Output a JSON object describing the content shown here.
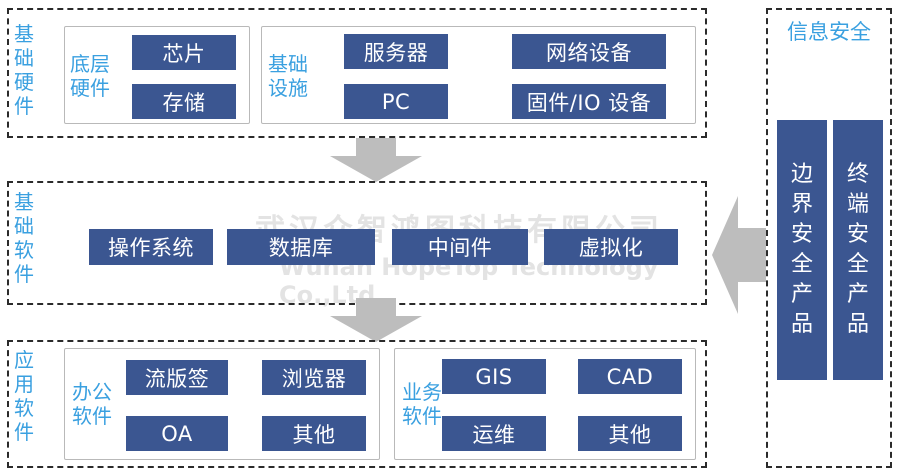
{
  "hardware": {
    "title": "基础\n硬件",
    "bottom_layer": {
      "title": "底层\n硬件",
      "items": [
        "芯片",
        "存储"
      ]
    },
    "infrastructure": {
      "title": "基础\n设施",
      "items": [
        "服务器",
        "网络设备",
        "PC",
        "固件/IO 设备"
      ]
    }
  },
  "software": {
    "title": "基础\n软件",
    "items": [
      "操作系统",
      "数据库",
      "中间件",
      "虚拟化"
    ]
  },
  "application": {
    "title": "应用\n软件",
    "office": {
      "title": "办公\n软件",
      "items": [
        "流版签",
        "浏览器",
        "OA",
        "其他"
      ]
    },
    "business": {
      "title": "业务\n软件",
      "items": [
        "GIS",
        "CAD",
        "运维",
        "其他"
      ]
    }
  },
  "security": {
    "title": "信息安全",
    "items": [
      "边\n界\n安\n全\n产\n品",
      "终\n端\n安\n全\n产\n品"
    ]
  },
  "watermark": {
    "cn": "武汉众智鸿图科技有限公司",
    "en": "Wuhan HopeTop Technology Co.,Ltd"
  },
  "colors": {
    "box": "#3b5691",
    "label": "#3aa0e0",
    "arrow": "#bdbdbd"
  }
}
